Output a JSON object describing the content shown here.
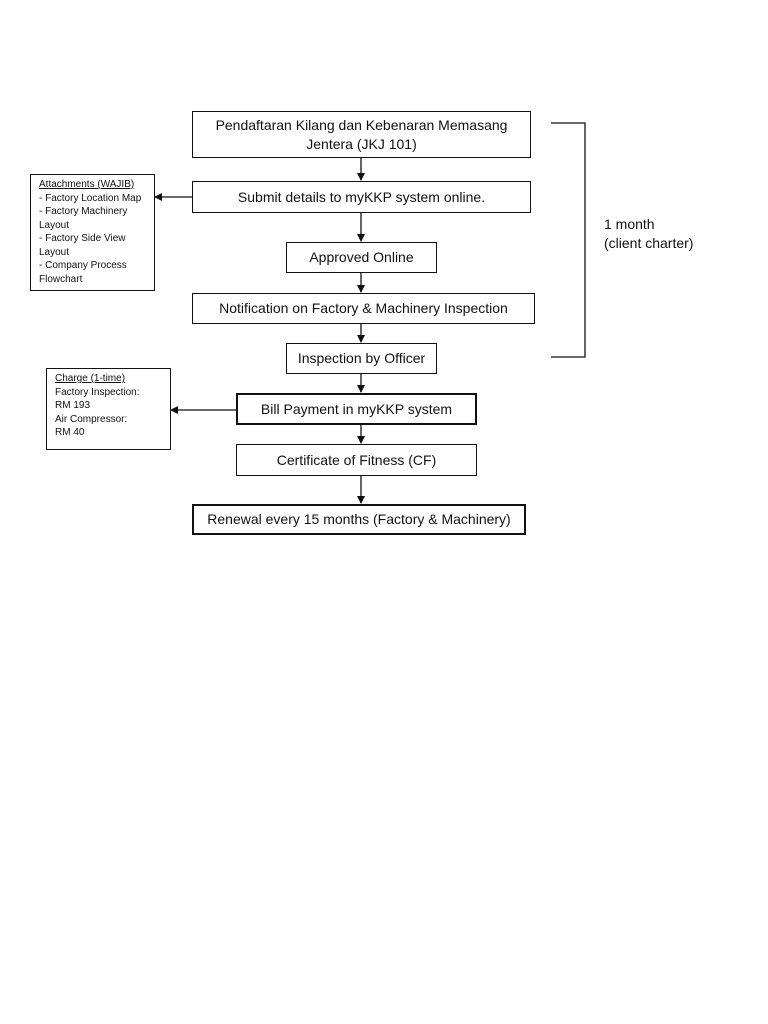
{
  "flow": {
    "step1": {
      "line1": "Pendaftaran Kilang dan Kebenaran Memasang",
      "line2": "Jentera (JKJ 101)"
    },
    "step2": "Submit details to myKKP system online.",
    "step3": "Approved Online",
    "step4": "Notification on Factory & Machinery Inspection",
    "step5": "Inspection by Officer",
    "step6": "Bill Payment in myKKP system",
    "step7": "Certificate of Fitness (CF)",
    "step8": "Renewal every 15 months (Factory & Machinery)"
  },
  "attachments": {
    "heading": "Attachments (WAJIB)",
    "lines": [
      "- Factory Location Map",
      "- Factory Machinery",
      "Layout",
      "- Factory Side View",
      "Layout",
      "- Company Process",
      "Flowchart"
    ]
  },
  "charge": {
    "heading": "Charge (1-time)",
    "lines": [
      "Factory Inspection:",
      "RM 193",
      "Air Compressor:",
      "RM 40"
    ]
  },
  "bracket_label": {
    "line1": "1 month",
    "line2": "(client charter)"
  }
}
